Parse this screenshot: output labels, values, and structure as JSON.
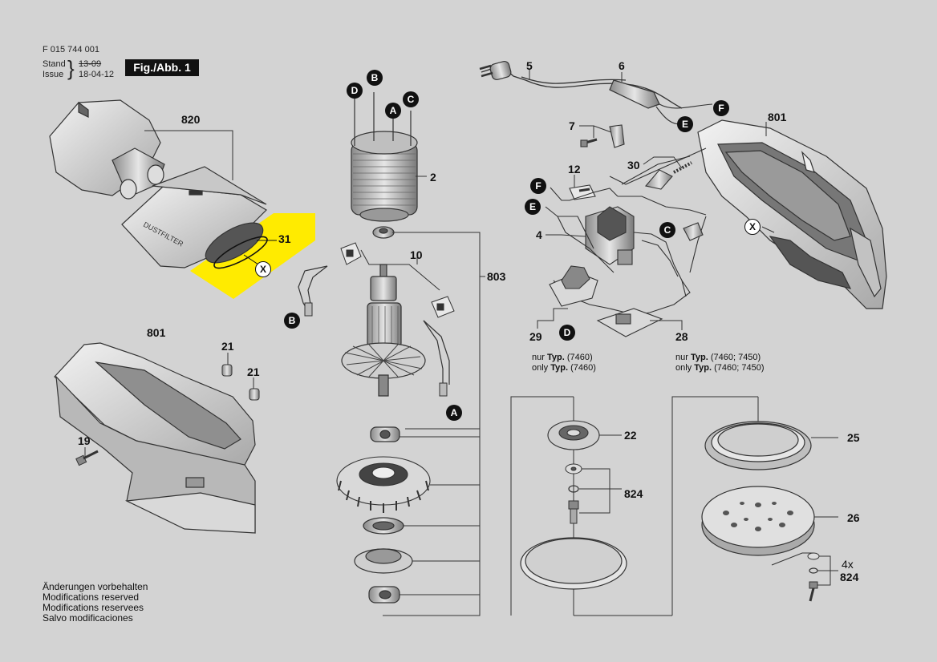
{
  "header": {
    "part_number": "F 015 744 001",
    "stand_label": "Stand",
    "issue_label": "Issue",
    "stand_date": "13-09",
    "issue_date": "18-04-12",
    "figure_label": "Fig./Abb. 1"
  },
  "footer_notes": [
    "Änderungen vorbehalten",
    "Modifications reserved",
    "Modifications reservees",
    "Salvo modificaciones"
  ],
  "type_notes": {
    "part29": {
      "line1_prefix": "nur ",
      "line1_bold": "Typ.",
      "line1_value": "(7460)",
      "line2_prefix": "only ",
      "line2_bold": "Typ.",
      "line2_value": "(7460)"
    },
    "part28": {
      "line1_prefix": "nur ",
      "line1_bold": "Typ.",
      "line1_value": "(7460; 7450)",
      "line2_prefix": "only ",
      "line2_bold": "Typ.",
      "line2_value": "(7460; 7450)"
    }
  },
  "part_labels": {
    "p820": "820",
    "p31": "31",
    "p801_top": "801",
    "p801_left": "801",
    "p2": "2",
    "p5": "5",
    "p6": "6",
    "p7": "7",
    "p10": "10",
    "p12": "12",
    "p30": "30",
    "p4": "4",
    "p803": "803",
    "p29": "29",
    "p28": "28",
    "p21a": "21",
    "p21b": "21",
    "p19": "19",
    "p22": "22",
    "p824a": "824",
    "p25": "25",
    "p26": "26",
    "p4x": "4x",
    "p824b": "824"
  },
  "connector_markers": {
    "D_top": "D",
    "B_top": "B",
    "A_top": "A",
    "C_top": "C",
    "F_cord": "F",
    "E_cord": "E",
    "F_left": "F",
    "E_left": "E",
    "C_right": "C",
    "D_bottom": "D",
    "B_left": "B",
    "A_bottom": "A",
    "X_filter": "X",
    "X_housing": "X"
  },
  "colors": {
    "background": "#d3d3d3",
    "highlight": "#ffeb00",
    "marker": "#111111",
    "line": "#333333"
  }
}
